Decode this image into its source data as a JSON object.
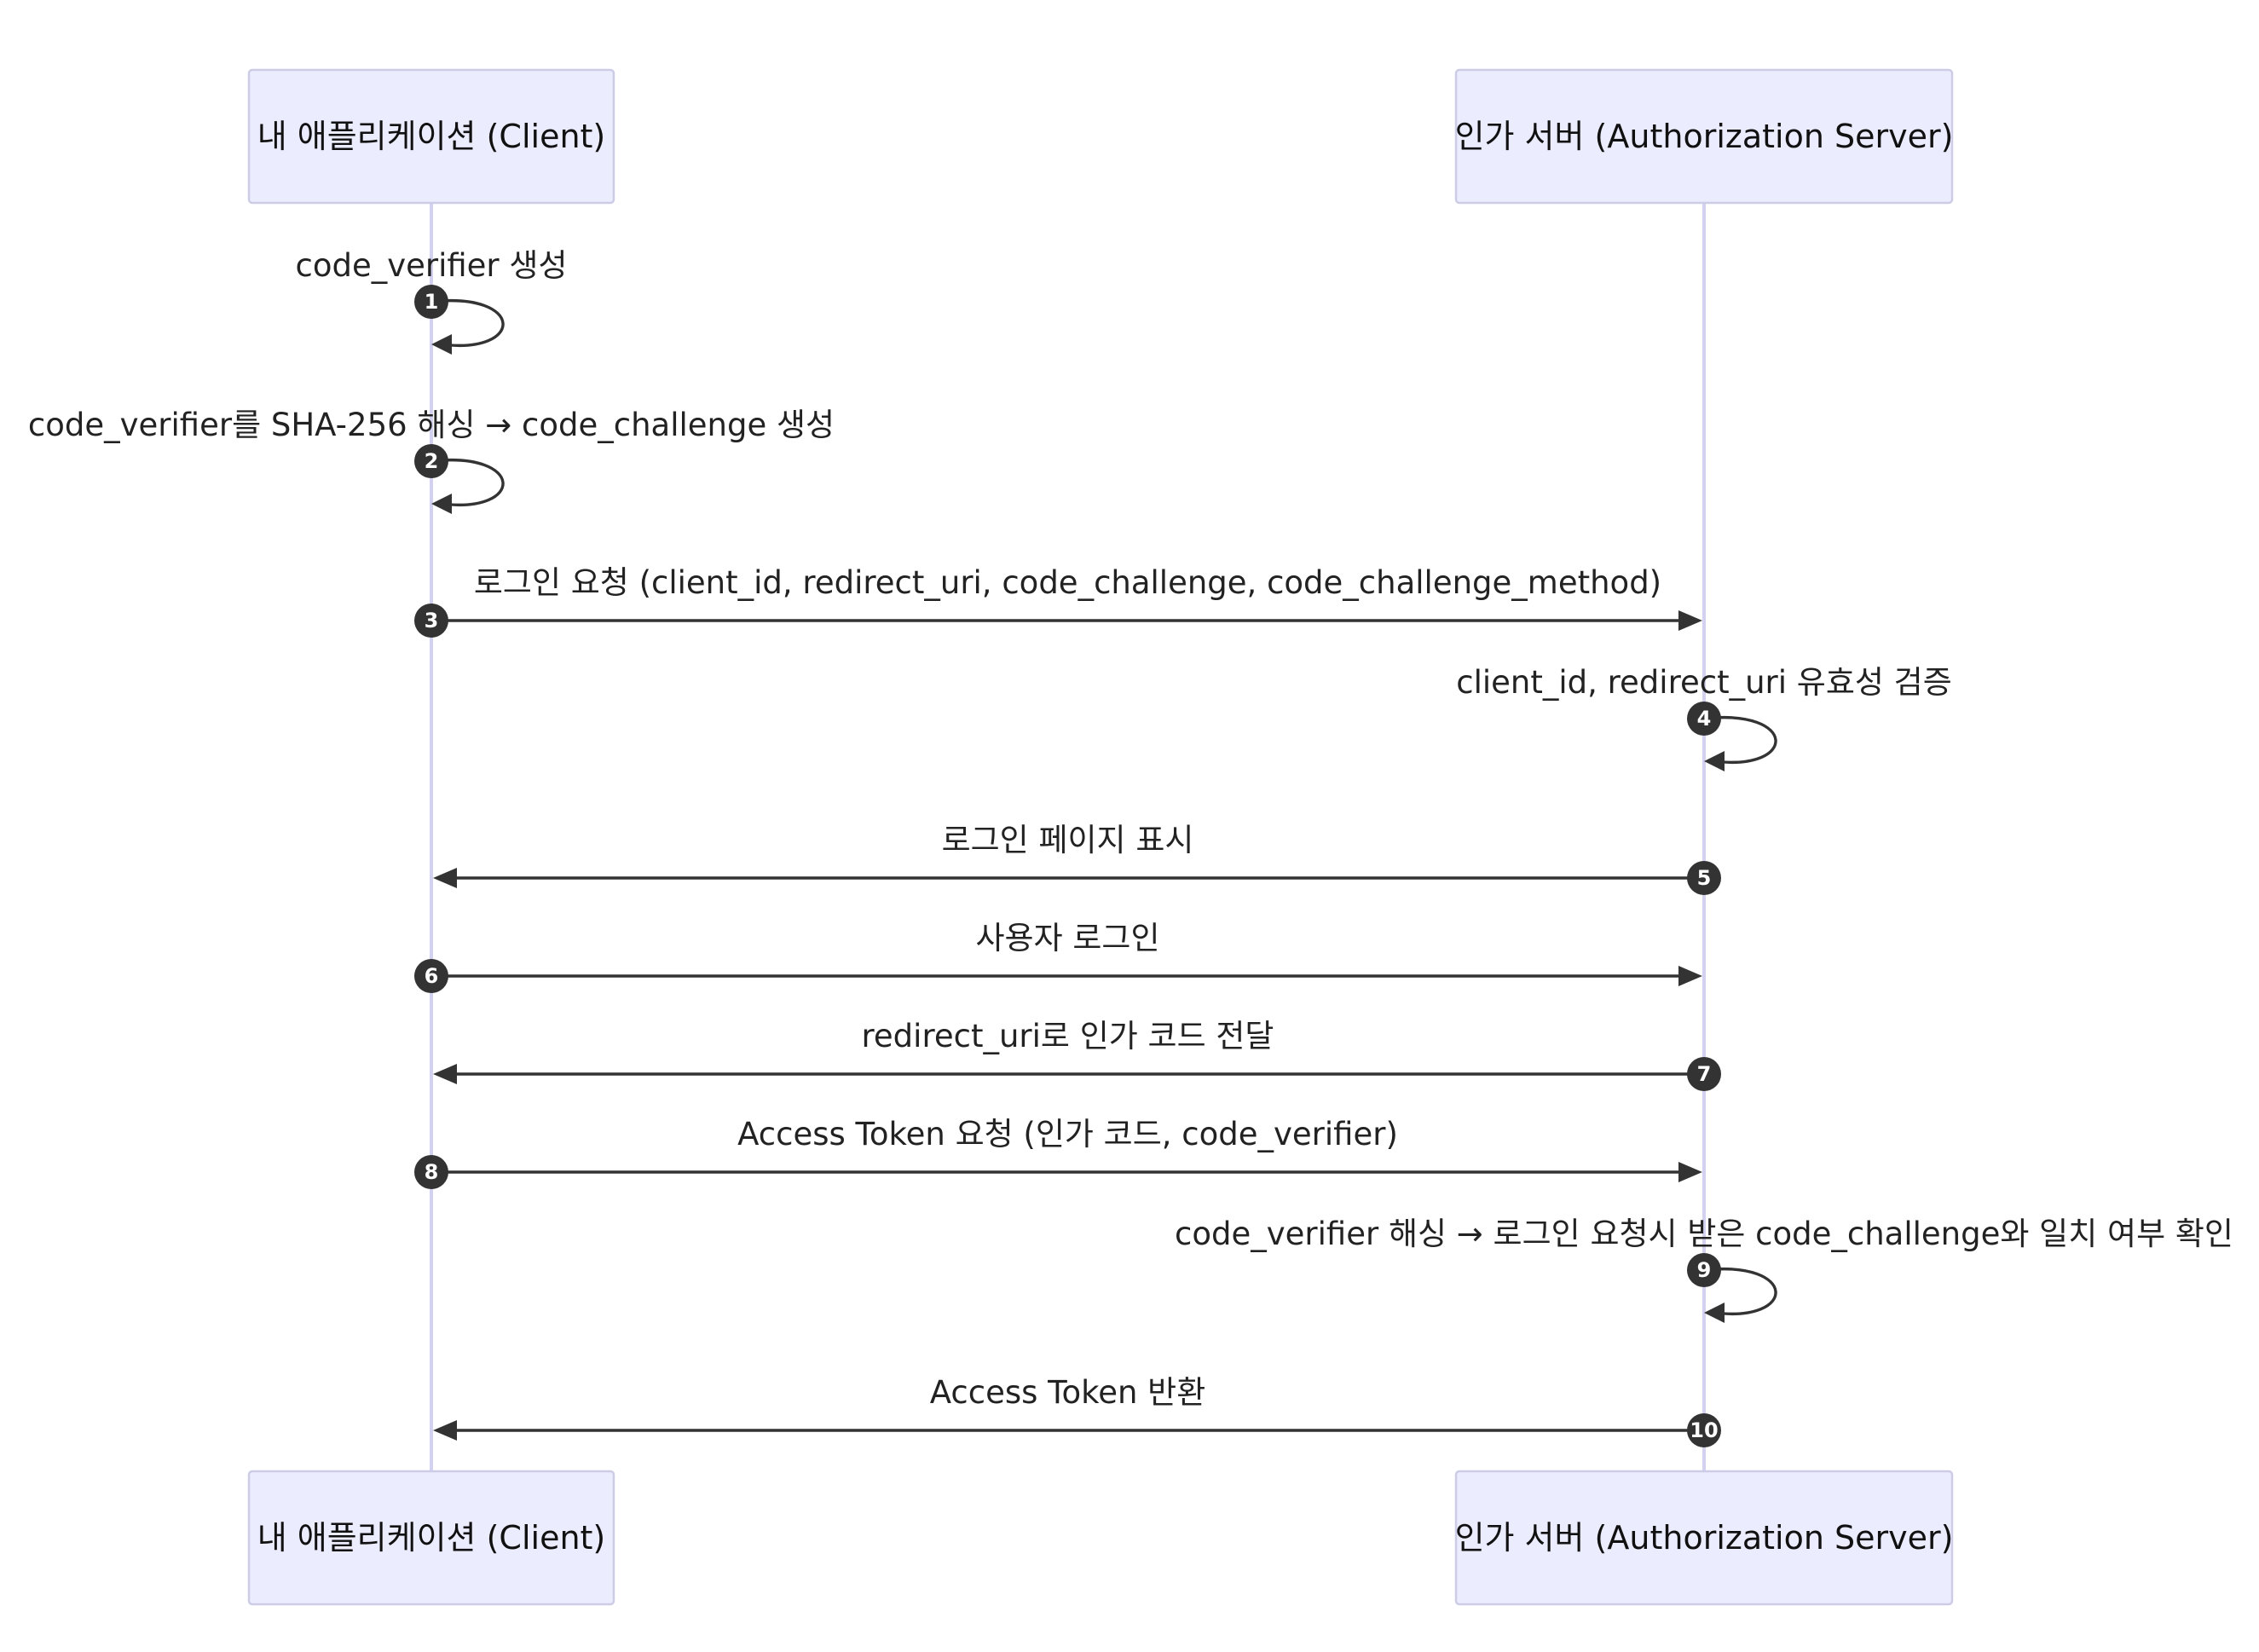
{
  "participants": [
    {
      "id": "client",
      "label": "내 애플리케이션 (Client)"
    },
    {
      "id": "server",
      "label": "인가 서버 (Authorization Server)"
    }
  ],
  "messages": [
    {
      "number": "1",
      "from": "client",
      "to": "client",
      "label": "code_verifier 생성"
    },
    {
      "number": "2",
      "from": "client",
      "to": "client",
      "label": "code_verifier를 SHA-256 해싱 → code_challenge 생성"
    },
    {
      "number": "3",
      "from": "client",
      "to": "server",
      "label": "로그인 요청 (client_id, redirect_uri, code_challenge, code_challenge_method)"
    },
    {
      "number": "4",
      "from": "server",
      "to": "server",
      "label": "client_id, redirect_uri 유효성 검증"
    },
    {
      "number": "5",
      "from": "server",
      "to": "client",
      "label": "로그인 페이지 표시"
    },
    {
      "number": "6",
      "from": "client",
      "to": "server",
      "label": "사용자 로그인"
    },
    {
      "number": "7",
      "from": "server",
      "to": "client",
      "label": "redirect_uri로 인가 코드 전달"
    },
    {
      "number": "8",
      "from": "client",
      "to": "server",
      "label": "Access Token 요청 (인가 코드, code_verifier)"
    },
    {
      "number": "9",
      "from": "server",
      "to": "server",
      "label": "code_verifier 해싱 → 로그인 요청시 받은 code_challenge와 일치 여부 확인"
    },
    {
      "number": "10",
      "from": "server",
      "to": "client",
      "label": "Access Token 반환"
    }
  ],
  "colors": {
    "actor_fill": "#ececff",
    "actor_border": "#cccce6",
    "lifeline": "#d2d2f0",
    "arrow": "#333333",
    "text": "#222222"
  }
}
